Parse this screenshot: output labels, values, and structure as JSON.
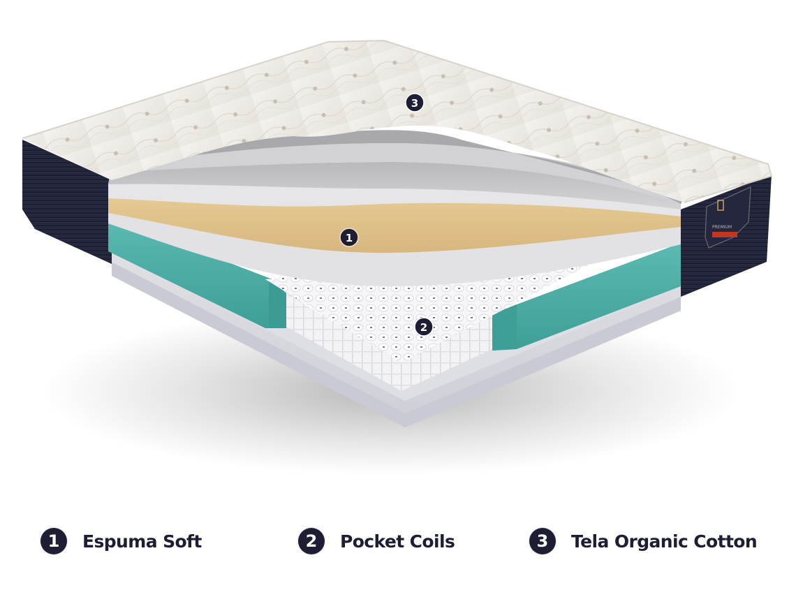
{
  "colors": {
    "background": "#ffffff",
    "badge": "#1d1e33",
    "label_text": "#1d1e33",
    "cover_quilt": "#eeebe6",
    "side_fabric": "#1f2236",
    "foam_gray": "#c9c9cc",
    "foam_light": "#dcdcde",
    "espuma_soft": "#dfc08a",
    "teal_foam": "#4bafa7",
    "pocket_coils": "#f4f4f6",
    "base_foam": "#d6d6dc",
    "brand_tag_red": "#c0361e"
  },
  "markers": [
    {
      "number": "1",
      "layer": "espuma-soft"
    },
    {
      "number": "2",
      "layer": "pocket-coils"
    },
    {
      "number": "3",
      "layer": "tela-organic-cotton"
    }
  ],
  "legend": [
    {
      "number": "1",
      "label": "Espuma Soft"
    },
    {
      "number": "2",
      "label": "Pocket Coils"
    },
    {
      "number": "3",
      "label": "Tela Organic Cotton"
    }
  ],
  "brand_tag": {
    "text": "PREMIUM"
  }
}
